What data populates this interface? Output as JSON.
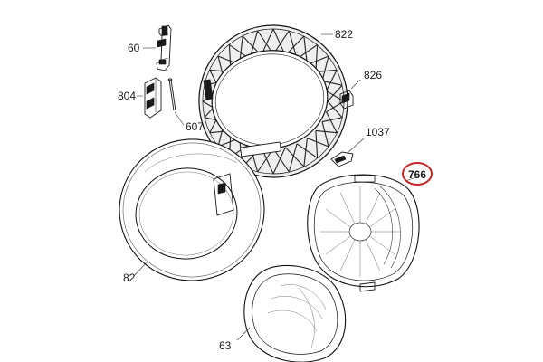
{
  "diagram": {
    "parts": [
      {
        "id": "p60",
        "label": "60"
      },
      {
        "id": "p804",
        "label": "804"
      },
      {
        "id": "p607",
        "label": "607"
      },
      {
        "id": "p822",
        "label": "822"
      },
      {
        "id": "p826",
        "label": "826"
      },
      {
        "id": "p1037",
        "label": "1037"
      },
      {
        "id": "p766",
        "label": "766",
        "highlighted": true
      },
      {
        "id": "p82",
        "label": "82"
      },
      {
        "id": "p63",
        "label": "63"
      }
    ],
    "highlight_color": "#c62828",
    "line_color": "#1a1a1a"
  }
}
